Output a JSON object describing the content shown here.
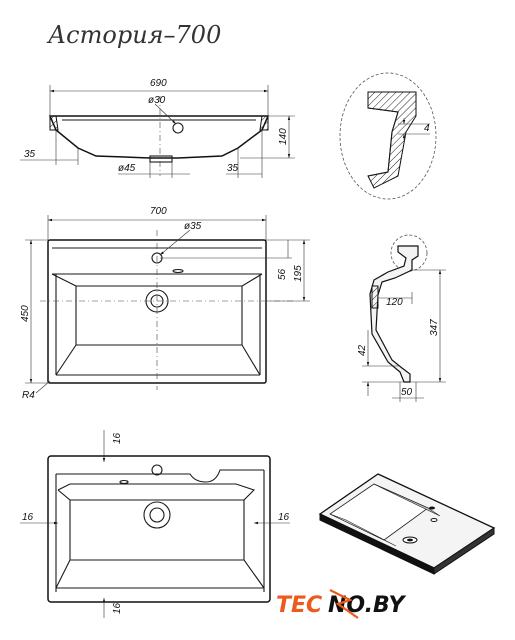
{
  "title": "Астория–700",
  "dims": {
    "top_width": "690",
    "top_hole": "ø30",
    "top_height": "140",
    "top_left_offset": "35",
    "top_drain": "ø45",
    "top_right_offset": "35",
    "plan_width": "700",
    "plan_hole": "ø35",
    "plan_depth": "450",
    "plan_56": "56",
    "plan_195": "195",
    "plan_radius": "R4",
    "detail_wall": "4",
    "side_120": "120",
    "side_347": "347",
    "side_42": "42",
    "side_50": "50",
    "bottom_16_top": "16",
    "bottom_16_left": "16",
    "bottom_16_right": "16",
    "bottom_16_bottom": "16"
  },
  "logo": {
    "part1": "TEC",
    "part2": "NO.BY"
  },
  "colors": {
    "brand": "#ee5a1c",
    "ink": "#111111"
  }
}
